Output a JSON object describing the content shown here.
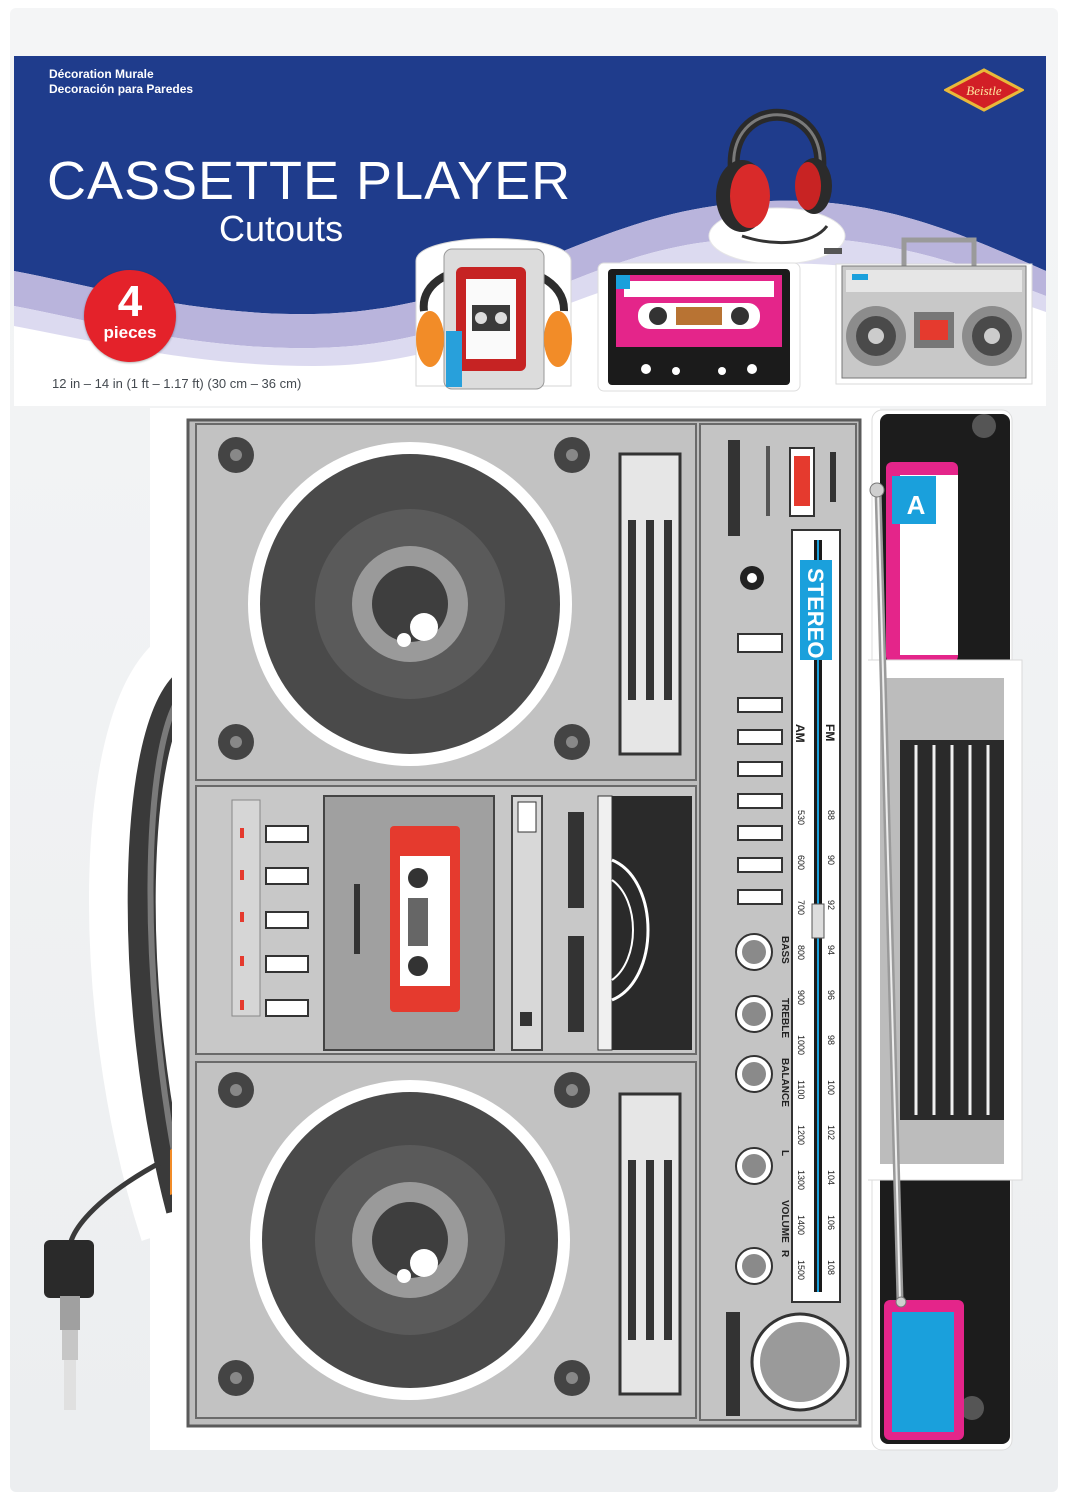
{
  "header": {
    "lang_fr": "Décoration Murale",
    "lang_es": "Decoración para Paredes",
    "title": "CASSETTE PLAYER",
    "subtitle": "Cutouts",
    "badge_count": "4",
    "badge_unit": "pieces",
    "size_text": "12 in – 14 in (1 ft – 1.17 ft) (30 cm – 36 cm)",
    "brand": "Beistle"
  },
  "boombox": {
    "stereo_label": "STEREO",
    "band_am": "AM",
    "band_fm": "FM",
    "am_scale": [
      "530",
      "600",
      "700",
      "800",
      "900",
      "1000",
      "1100",
      "1200",
      "1300",
      "1400",
      "1500"
    ],
    "fm_scale": [
      "88",
      "90",
      "92",
      "94",
      "96",
      "98",
      "100",
      "102",
      "104",
      "106",
      "108"
    ],
    "knobs": [
      "BASS",
      "TREBLE",
      "BALANCE",
      "L",
      "VOLUME",
      "R"
    ]
  },
  "cassette": {
    "side_label": "A"
  },
  "colors": {
    "header_blue": "#1f3c8c",
    "wave_lavender": "#b9b4dc",
    "badge_red": "#e4222a",
    "tape_pink": "#e4258a",
    "cassette_red": "#e53a2e",
    "body_silver": "#bdbdbd",
    "stereo_blue": "#1aa0dc"
  }
}
